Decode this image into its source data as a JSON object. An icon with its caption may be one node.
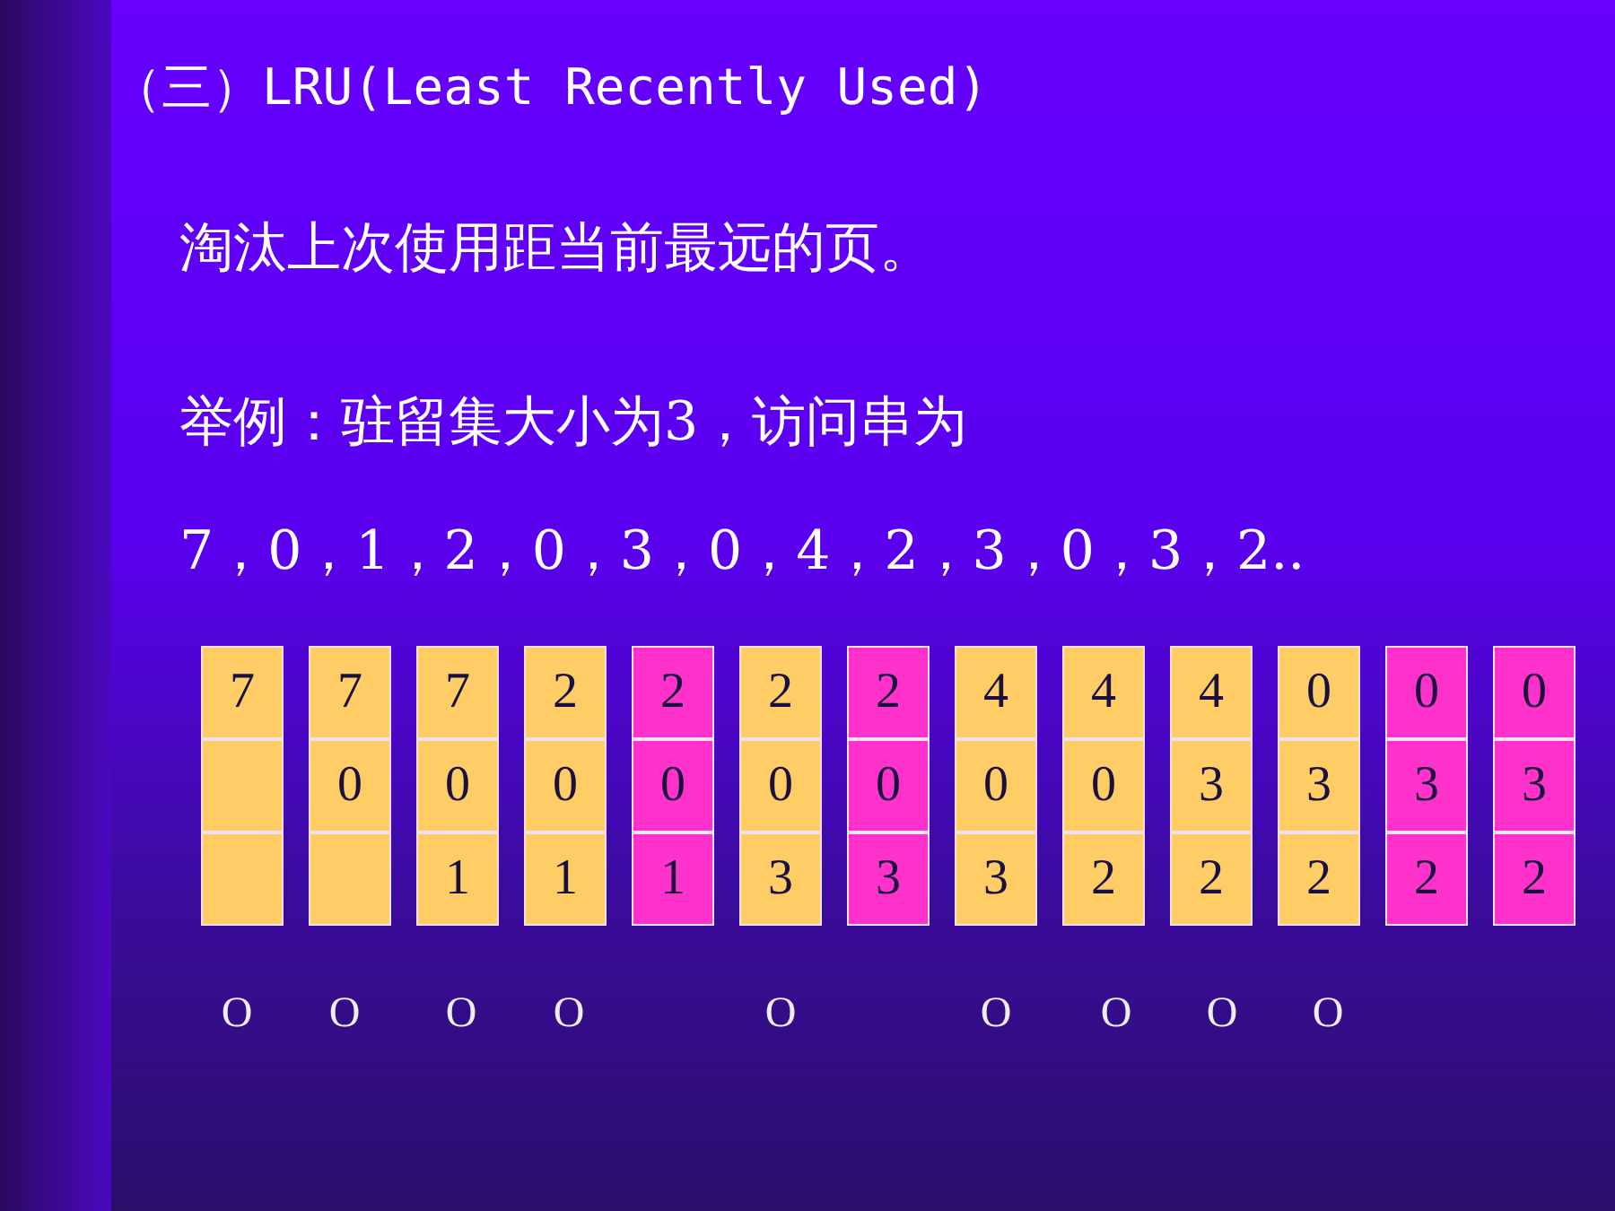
{
  "diagram": {
    "title": "（三）LRU(Least Recently Used)",
    "nodes": [
      {
        "text": [
          "7"
        ]
      },
      {
        "text": [],
        "shape": "box"
      },
      {
        "text": [],
        "shape": "box"
      },
      {
        "text": [
          "7"
        ]
      },
      {
        "text": [
          "0"
        ]
      },
      {
        "text": [],
        "shape": "box"
      },
      {
        "text": [
          "7"
        ]
      },
      {
        "text": [
          "0"
        ]
      },
      {
        "text": [
          "1"
        ]
      },
      {
        "text": [
          "2"
        ]
      },
      {
        "text": [
          "0"
        ]
      },
      {
        "text": [
          "1"
        ]
      },
      {
        "text": [
          "2"
        ]
      },
      {
        "text": [
          "0"
        ]
      },
      {
        "text": [
          "1"
        ]
      },
      {
        "text": [
          "2"
        ]
      },
      {
        "text": [
          "0"
        ]
      },
      {
        "text": [
          "3"
        ]
      },
      {
        "text": [
          "2"
        ]
      },
      {
        "text": [
          "0"
        ]
      },
      {
        "text": [
          "3"
        ]
      },
      {
        "text": [
          "4"
        ]
      },
      {
        "text": [
          "0"
        ]
      },
      {
        "text": [
          "3"
        ]
      },
      {
        "text": [
          "4"
        ]
      },
      {
        "text": [
          "0"
        ]
      },
      {
        "text": [
          "2"
        ]
      },
      {
        "text": [
          "4"
        ]
      },
      {
        "text": [
          "3"
        ]
      },
      {
        "text": [
          "2"
        ]
      },
      {
        "text": [
          "0"
        ]
      },
      {
        "text": [
          "3"
        ]
      },
      {
        "text": [
          "2"
        ]
      },
      {
        "text": [
          "0"
        ]
      },
      {
        "text": [
          "3"
        ]
      },
      {
        "text": [
          "2"
        ]
      },
      {
        "text": [
          "0"
        ]
      },
      {
        "text": [
          "3"
        ]
      },
      {
        "text": [
          "2"
        ]
      }
    ],
    "labels": [
      "淘汰上次使用距当前最远的页。",
      "举例：驻留集大小为3，访问串为",
      "7，0，1，2，0，3，0，4，2，3，0，3，2..",
      "O",
      "O",
      "O",
      "O",
      "O",
      "O",
      "O",
      "O",
      "O"
    ]
  }
}
